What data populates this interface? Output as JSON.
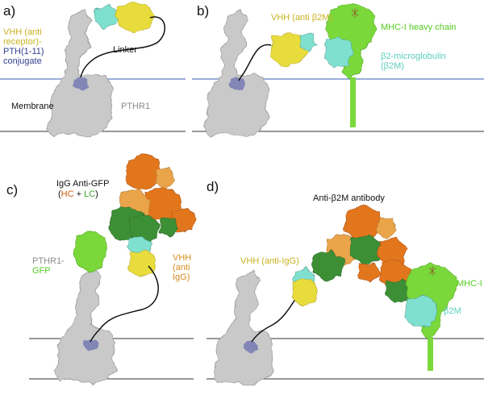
{
  "colors": {
    "receptor_grey": "#c9c9c9",
    "vhh_yellow": "#e8dc3c",
    "tag_cyan": "#7fe0cf",
    "mhc_green": "#7ad83a",
    "hc_orange": "#e2761e",
    "lc_green": "#3e8f36",
    "fab_orange": "#eaa44a",
    "pth_blue": "#6a6fb0",
    "membrane_line": "#333333",
    "highlight_line": "#3b5bb5"
  },
  "panels": {
    "a": {
      "letter": "a)",
      "vhh_label": [
        "VHH (anti",
        "receptor)-",
        "PTH(1-11)",
        "conjugate"
      ],
      "linker": "Linker",
      "membrane": "Membrane",
      "receptor": "PTHR1"
    },
    "b": {
      "letter": "b)",
      "vhh": "VHH (anti β2M)",
      "heavy_chain": "MHC-I heavy chain",
      "b2m": [
        "β2-microglobulin",
        "(β2M)"
      ]
    },
    "c": {
      "letter": "c)",
      "igg_title": "IgG Anti-GFP",
      "hc_lc": {
        "open": "(",
        "hc": "HC",
        "plus": " + ",
        "lc": "LC",
        "close": ")"
      },
      "pthr1_gfp": [
        "PTHR1-",
        "GFP"
      ],
      "vhh": [
        "VHH",
        "(anti",
        "IgG)"
      ]
    },
    "d": {
      "letter": "d)",
      "antibody": "Anti-β2M antibody",
      "vhh": "VHH (anti-IgG)",
      "mhc": "MHC-I",
      "b2m": "β2M"
    }
  }
}
